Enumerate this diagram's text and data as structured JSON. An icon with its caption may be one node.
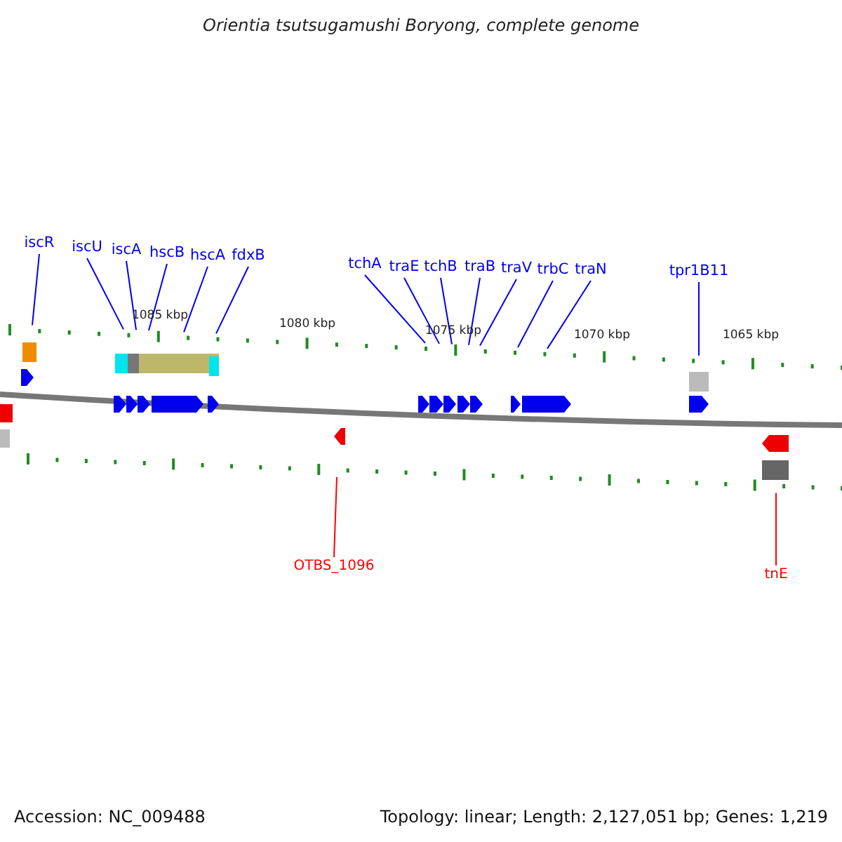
{
  "diagram": {
    "title": "Orientia tsutsugamushi Boryong, complete genome",
    "nodes": [
      {
        "text": [
          "iscR"
        ]
      },
      {
        "text": [
          "iscU"
        ]
      },
      {
        "text": [
          "iscA"
        ]
      },
      {
        "text": [
          "hscB"
        ]
      },
      {
        "text": [
          "hscA"
        ]
      },
      {
        "text": [
          "fdxB"
        ]
      },
      {
        "text": [
          "tchA"
        ]
      },
      {
        "text": [
          "traE"
        ]
      },
      {
        "text": [
          "tchB"
        ]
      },
      {
        "text": [
          "traB"
        ]
      },
      {
        "text": [
          "traV"
        ]
      },
      {
        "text": [
          "trbC"
        ]
      },
      {
        "text": [
          "traN"
        ]
      },
      {
        "text": [
          "tpr1B11"
        ]
      },
      {
        "text": [
          "OTBS_1096"
        ]
      },
      {
        "text": [
          "tnE"
        ]
      },
      {
        "text": [],
        "shape": "bar"
      },
      {
        "text": [],
        "shape": "bar"
      }
    ],
    "edges": [
      {
        "from": 0,
        "to": 16,
        "arrow": "none"
      },
      {
        "from": 1,
        "to": 16,
        "arrow": "none"
      },
      {
        "from": 2,
        "to": 16,
        "arrow": "none"
      },
      {
        "from": 3,
        "to": 16,
        "arrow": "none"
      },
      {
        "from": 4,
        "to": 16,
        "arrow": "none"
      },
      {
        "from": 5,
        "to": 16,
        "arrow": "none"
      },
      {
        "from": 6,
        "to": 16,
        "arrow": "none"
      },
      {
        "from": 7,
        "to": 16,
        "arrow": "none"
      },
      {
        "from": 8,
        "to": 16,
        "arrow": "none"
      },
      {
        "from": 9,
        "to": 16,
        "arrow": "none"
      },
      {
        "from": 10,
        "to": 16,
        "arrow": "none"
      },
      {
        "from": 11,
        "to": 16,
        "arrow": "none"
      },
      {
        "from": 12,
        "to": 16,
        "arrow": "none"
      },
      {
        "from": 13,
        "to": 16,
        "arrow": "none"
      },
      {
        "from": 14,
        "to": 17,
        "arrow": "none",
        "color": "#ff0000"
      },
      {
        "from": 15,
        "to": 17,
        "arrow": "none",
        "color": "#ff0000"
      }
    ],
    "labels": [
      "1085 kbp",
      "1080 kbp",
      "1075 kbp",
      "1070 kbp",
      "1065 kbp",
      "Accession: NC_009488",
      "Topology: linear; Length: 2,127,051 bp; Genes: 1,219"
    ]
  }
}
